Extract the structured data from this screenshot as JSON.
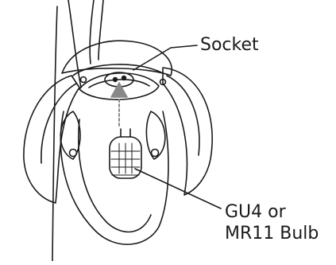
{
  "labels": {
    "socket": "Socket",
    "bulb_line1": "GU4 or",
    "bulb_line2": "MR11 Bulb"
  }
}
